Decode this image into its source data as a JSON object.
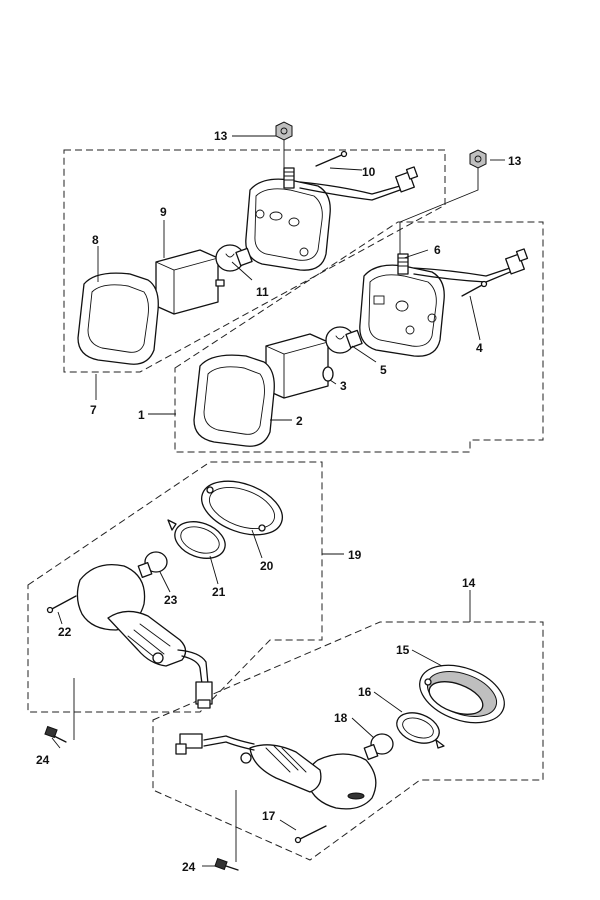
{
  "callouts": [
    {
      "id": "c1",
      "text": "1"
    },
    {
      "id": "c2",
      "text": "2"
    },
    {
      "id": "c3",
      "text": "3"
    },
    {
      "id": "c4",
      "text": "4"
    },
    {
      "id": "c5",
      "text": "5"
    },
    {
      "id": "c6",
      "text": "6"
    },
    {
      "id": "c7",
      "text": "7"
    },
    {
      "id": "c8",
      "text": "8"
    },
    {
      "id": "c9",
      "text": "9"
    },
    {
      "id": "c10",
      "text": "10"
    },
    {
      "id": "c11",
      "text": "11"
    },
    {
      "id": "c13a",
      "text": "13"
    },
    {
      "id": "c13b",
      "text": "13"
    },
    {
      "id": "c14",
      "text": "14"
    },
    {
      "id": "c15",
      "text": "15"
    },
    {
      "id": "c16",
      "text": "16"
    },
    {
      "id": "c17",
      "text": "17"
    },
    {
      "id": "c18",
      "text": "18"
    },
    {
      "id": "c19",
      "text": "19"
    },
    {
      "id": "c20",
      "text": "20"
    },
    {
      "id": "c21",
      "text": "21"
    },
    {
      "id": "c22",
      "text": "22"
    },
    {
      "id": "c23",
      "text": "23"
    },
    {
      "id": "c24a",
      "text": "24"
    },
    {
      "id": "c24b",
      "text": "24"
    }
  ]
}
